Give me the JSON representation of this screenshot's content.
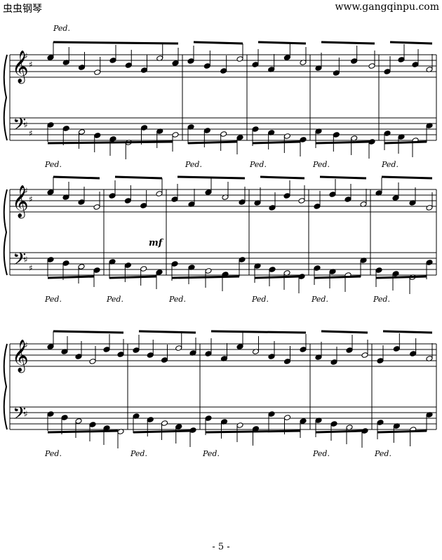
{
  "header": {
    "site_cn": "虫虫钢琴",
    "site_url": "www.gangqinpu.com"
  },
  "footer": {
    "page_number": "- 5 -"
  },
  "score": {
    "dynamic_mark": "mf",
    "pedal_mark": "Ped."
  }
}
